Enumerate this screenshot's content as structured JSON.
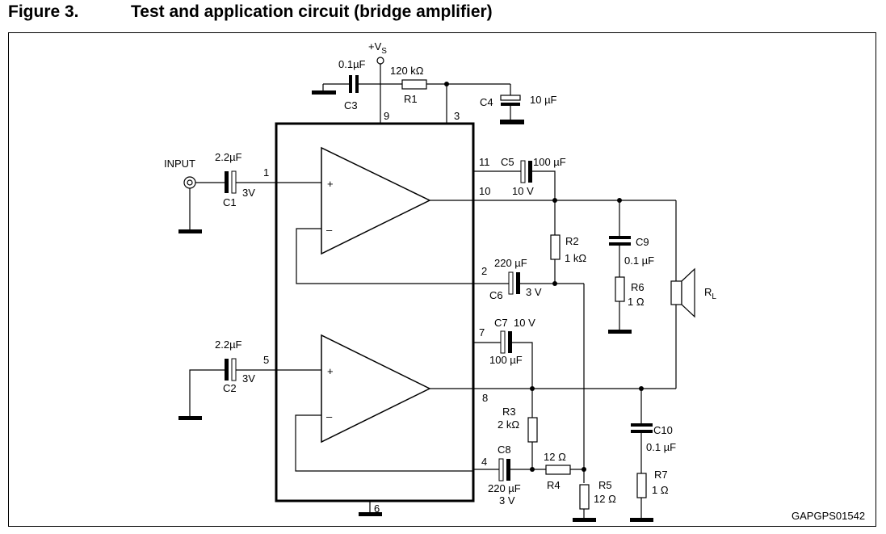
{
  "figure": {
    "number": "Figure 3.",
    "title": "Test and application circuit (bridge amplifier)",
    "code": "GAPGPS01542"
  },
  "supply": {
    "label": "+V",
    "subscript": "S"
  },
  "input_label": "INPUT",
  "pins": {
    "p1": "1",
    "p2": "2",
    "p3": "3",
    "p4": "4",
    "p5": "5",
    "p6": "6",
    "p7": "7",
    "p8": "8",
    "p9": "9",
    "p10": "10",
    "p11": "11"
  },
  "opamp_signs": {
    "plus": "+",
    "minus": "–"
  },
  "components": {
    "C1": {
      "name": "C1",
      "value": "2.2µF",
      "voltage": "3V"
    },
    "C2": {
      "name": "C2",
      "value": "2.2µF",
      "voltage": "3V"
    },
    "C3": {
      "name": "C3",
      "value": "0.1µF"
    },
    "C4": {
      "name": "C4",
      "value": "10 µF"
    },
    "C5": {
      "name": "C5",
      "value": "100 µF",
      "voltage": "10 V"
    },
    "C6": {
      "name": "C6",
      "value": "220 µF",
      "voltage": "3 V"
    },
    "C7": {
      "name": "C7",
      "value": "100 µF",
      "voltage": "10 V"
    },
    "C8": {
      "name": "C8",
      "value": "220 µF",
      "voltage": "3 V"
    },
    "C9": {
      "name": "C9",
      "value": "0.1 µF"
    },
    "C10": {
      "name": "C10",
      "value": "0.1 µF"
    },
    "R1": {
      "name": "R1",
      "value": "120 kΩ"
    },
    "R2": {
      "name": "R2",
      "value": "1 kΩ"
    },
    "R3": {
      "name": "R3",
      "value": "2 kΩ"
    },
    "R4": {
      "name": "R4",
      "value": "12 Ω"
    },
    "R5": {
      "name": "R5",
      "value": "12 Ω"
    },
    "R6": {
      "name": "R6",
      "value": "1 Ω"
    },
    "R7": {
      "name": "R7",
      "value": "1 Ω"
    },
    "RL": {
      "name": "R",
      "subscript": "L"
    }
  }
}
